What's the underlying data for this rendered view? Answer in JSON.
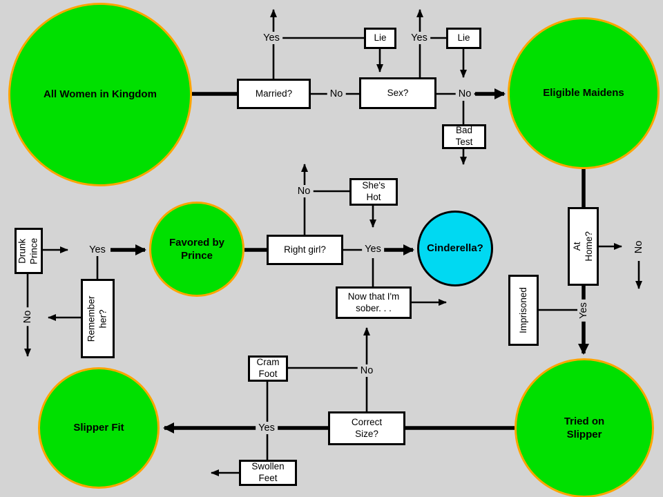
{
  "colors": {
    "background": "#d4d4d4",
    "circle_green": "#00e000",
    "circle_border_orange": "#ffa500",
    "cinderella_cyan": "#00d9f2",
    "box_fill": "#ffffff",
    "line_black": "#000000"
  },
  "nodes": {
    "all_women": {
      "label": "All Women in Kingdom"
    },
    "eligible_maidens": {
      "label": "Eligible Maidens"
    },
    "favored_by_prince": {
      "label": "Favored by\nPrince"
    },
    "cinderella": {
      "label": "Cinderella?"
    },
    "slipper_fit": {
      "label": "Slipper Fit"
    },
    "tried_on_slipper": {
      "label": "Tried on\nSlipper"
    },
    "married": {
      "label": "Married?"
    },
    "sex": {
      "label": "Sex?"
    },
    "lie_1": {
      "label": "Lie"
    },
    "lie_2": {
      "label": "Lie"
    },
    "bad_test": {
      "label": "Bad\nTest"
    },
    "shes_hot": {
      "label": "She's\nHot"
    },
    "right_girl": {
      "label": "Right girl?"
    },
    "now_sober": {
      "label": "Now that I'm\nsober. . ."
    },
    "drunk_prince": {
      "label": "Drunk\nPrince"
    },
    "remember_her": {
      "label": "Remember\nher?"
    },
    "at_home": {
      "label": "At Home?"
    },
    "imprisoned": {
      "label": "Imprisoned"
    },
    "cram_foot": {
      "label": "Cram\nFoot"
    },
    "correct_size": {
      "label": "Correct\nSize?"
    },
    "swollen_feet": {
      "label": "Swollen\nFeet"
    }
  },
  "labels": {
    "yes_married": "Yes",
    "no_married": "No",
    "yes_sex": "Yes",
    "no_sex": "No",
    "no_right_girl": "No",
    "yes_right_girl": "Yes",
    "yes_drunk": "Yes",
    "no_remember": "No",
    "no_at_home": "No",
    "yes_at_home": "Yes",
    "no_correct_size": "No",
    "yes_correct_size": "Yes"
  }
}
